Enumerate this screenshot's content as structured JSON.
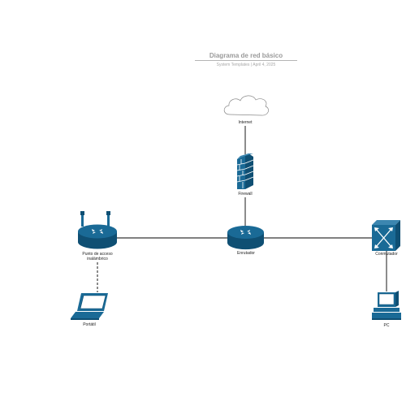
{
  "diagram": {
    "title": "Diagrama de red básico",
    "subtitle": "System Templates  |  April 4, 2025"
  },
  "nodes": {
    "internet": {
      "label": "Internet",
      "icon": "cloud-icon"
    },
    "firewall": {
      "label": "Firewall",
      "icon": "firewall-icon"
    },
    "router": {
      "label": "Enrutador",
      "icon": "router-icon"
    },
    "access_point": {
      "label": "Punto de acceso inalámbrico",
      "icon": "wireless-access-point-icon"
    },
    "switch": {
      "label": "Conmutador",
      "icon": "switch-icon"
    },
    "laptop": {
      "label": "Portátil",
      "icon": "laptop-icon"
    },
    "pc": {
      "label": "PC",
      "icon": "pc-icon"
    }
  },
  "connections": [
    {
      "from": "internet",
      "to": "firewall",
      "style": "solid"
    },
    {
      "from": "firewall",
      "to": "router",
      "style": "solid"
    },
    {
      "from": "access_point",
      "to": "router",
      "style": "solid"
    },
    {
      "from": "router",
      "to": "switch",
      "style": "solid"
    },
    {
      "from": "access_point",
      "to": "laptop",
      "style": "dashed"
    },
    {
      "from": "switch",
      "to": "pc",
      "style": "solid"
    }
  ],
  "colors": {
    "device": "#1a6a96",
    "device_dark": "#0f4f73",
    "line": "#000000",
    "cloud_stroke": "#8a8a8a"
  }
}
